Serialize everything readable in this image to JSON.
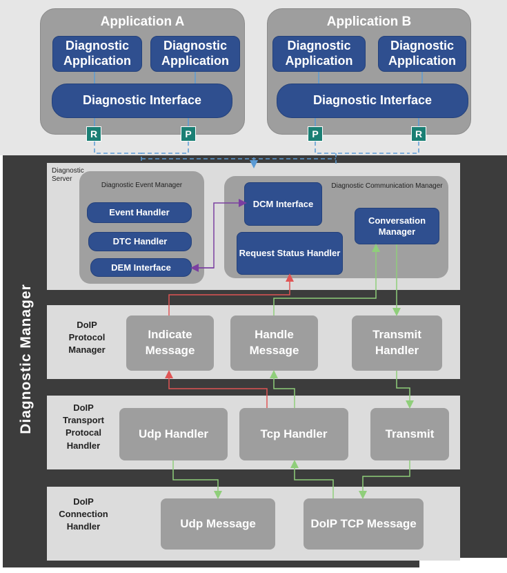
{
  "diagram": {
    "side_label": "Diagnostic Manager",
    "apps": [
      {
        "title": "Application A",
        "boxes": [
          "Diagnostic Application",
          "Diagnostic Application"
        ],
        "interface": "Diagnostic Interface",
        "ports": [
          "R",
          "P"
        ]
      },
      {
        "title": "Application B",
        "boxes": [
          "Diagnostic Application",
          "Diagnostic Application"
        ],
        "interface": "Diagnostic Interface",
        "ports": [
          "P",
          "R"
        ]
      }
    ],
    "server": {
      "label": "Diagnostic Server",
      "dem": {
        "title": "Diagnostic Event Manager",
        "items": [
          "Event Handler",
          "DTC Handler",
          "DEM Interface"
        ]
      },
      "dcm": {
        "title": "Diagnostic Communication Manager",
        "dcm_interface": "DCM Interface",
        "request_status": "Request Status Handler",
        "conversation": "Conversation Manager"
      }
    },
    "protocol": {
      "label": "DoIP Protocol Manager",
      "boxes": [
        "Indicate Message",
        "Handle Message",
        "Transmit Handler"
      ]
    },
    "transport": {
      "label": "DoIP Transport Protocal Handler",
      "boxes": [
        "Udp Handler",
        "Tcp Handler",
        "Transmit"
      ]
    },
    "connection": {
      "label": "DoIP Connection Handler",
      "boxes": [
        "Udp Message",
        "DoIP TCP Message"
      ]
    },
    "colors": {
      "blue_box": "#2f4f8f",
      "port": "#1a7f74",
      "dashed_link": "#5b9bd5",
      "red_link": "#e05555",
      "green_link": "#8fce7a",
      "purple_link": "#7b3fa0"
    }
  }
}
